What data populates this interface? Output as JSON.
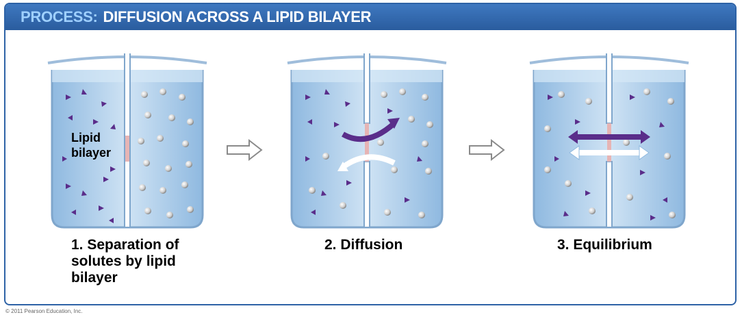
{
  "header": {
    "prefix": "PROCESS:",
    "title": "DIFFUSION ACROSS A LIPID BILAYER"
  },
  "steps": [
    {
      "number": "1.",
      "caption_line1": "1. Separation of",
      "caption_line2": "solutes by lipid",
      "caption_line3": "bilayer",
      "bilayer_label_line1": "Lipid",
      "bilayer_label_line2": "bilayer"
    },
    {
      "caption": "2. Diffusion"
    },
    {
      "caption": "3. Equilibrium"
    }
  ],
  "colors": {
    "header": "#2d62a6",
    "water": "#a9cbe8",
    "triangle": "#5a2d8a",
    "sphere": "#d8d8d8",
    "membrane": "#c0504d"
  },
  "footer": {
    "copyright": "© 2011 Pearson Education, Inc."
  }
}
